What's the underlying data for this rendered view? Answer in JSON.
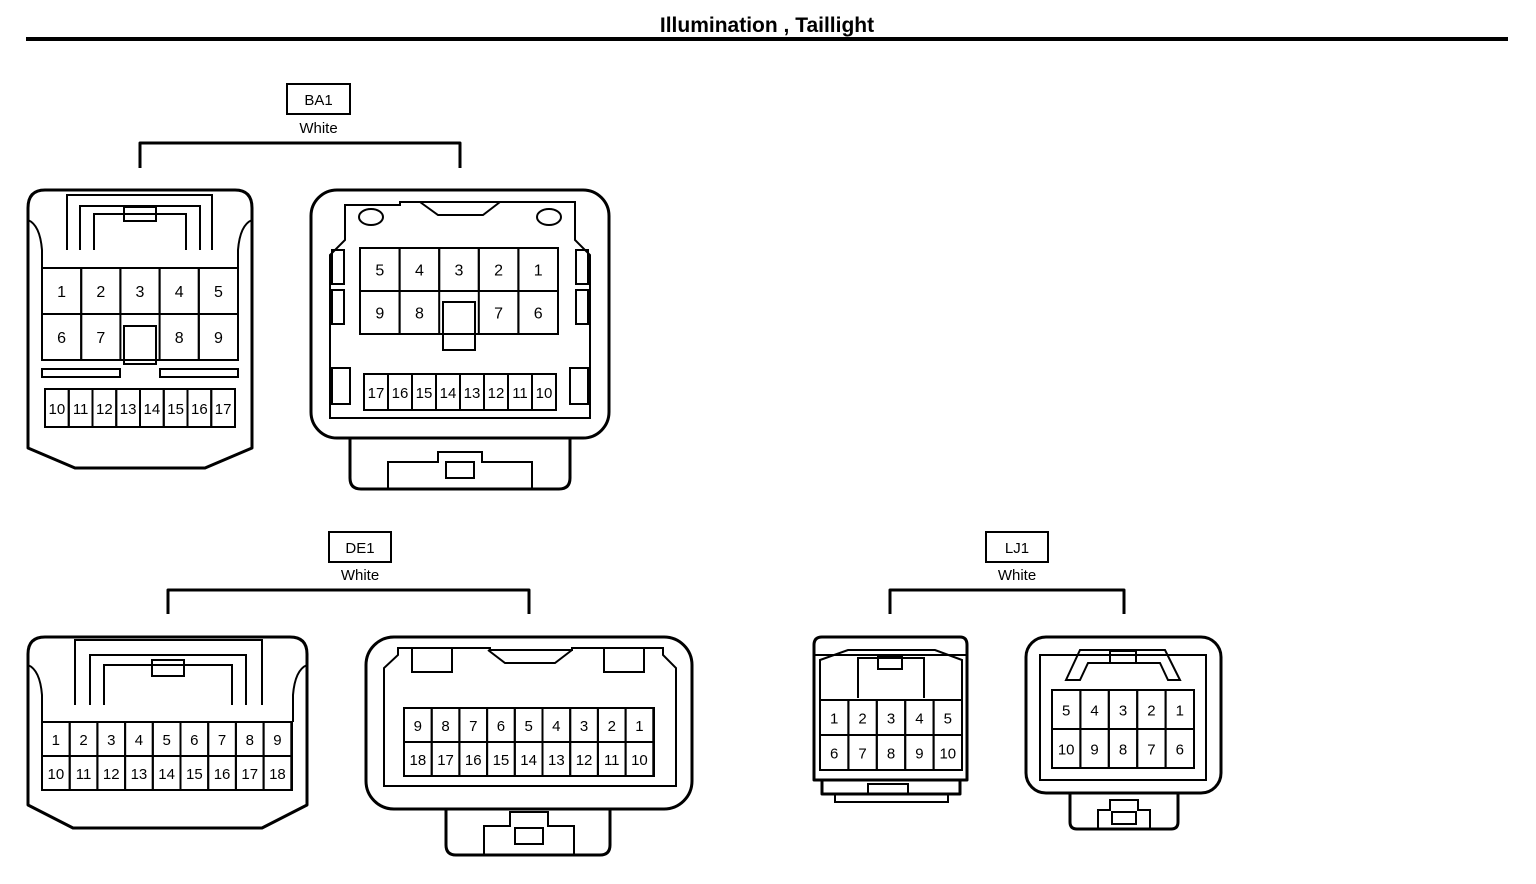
{
  "title": "Illumination , Taillight",
  "connectors": [
    {
      "code": "BA1",
      "color": "White",
      "left_view": {
        "top_row": [
          "1",
          "2",
          "3",
          "4",
          "5"
        ],
        "mid_row": [
          "6",
          "7",
          "",
          "8",
          "9"
        ],
        "small_row": [
          "10",
          "11",
          "12",
          "13",
          "14",
          "15",
          "16",
          "17"
        ]
      },
      "right_view": {
        "top_row": [
          "5",
          "4",
          "3",
          "2",
          "1"
        ],
        "mid_row": [
          "9",
          "8",
          "",
          "7",
          "6"
        ],
        "small_row": [
          "17",
          "16",
          "15",
          "14",
          "13",
          "12",
          "11",
          "10"
        ]
      }
    },
    {
      "code": "DE1",
      "color": "White",
      "left_view": {
        "top_row": [
          "1",
          "2",
          "3",
          "4",
          "5",
          "6",
          "7",
          "8",
          "9"
        ],
        "bottom_row": [
          "10",
          "11",
          "12",
          "13",
          "14",
          "15",
          "16",
          "17",
          "18"
        ]
      },
      "right_view": {
        "top_row": [
          "9",
          "8",
          "7",
          "6",
          "5",
          "4",
          "3",
          "2",
          "1"
        ],
        "bottom_row": [
          "18",
          "17",
          "16",
          "15",
          "14",
          "13",
          "12",
          "11",
          "10"
        ]
      }
    },
    {
      "code": "LJ1",
      "color": "White",
      "left_view": {
        "top_row": [
          "1",
          "2",
          "3",
          "4",
          "5"
        ],
        "bottom_row": [
          "6",
          "7",
          "8",
          "9",
          "10"
        ]
      },
      "right_view": {
        "top_row": [
          "5",
          "4",
          "3",
          "2",
          "1"
        ],
        "bottom_row": [
          "10",
          "9",
          "8",
          "7",
          "6"
        ]
      }
    }
  ]
}
